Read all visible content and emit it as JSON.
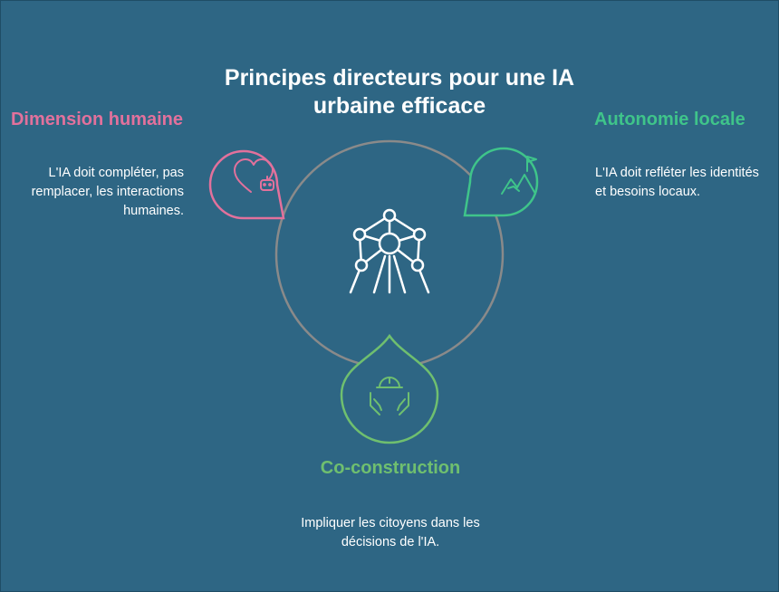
{
  "title": "Principes directeurs pour une IA urbaine efficace",
  "principles": {
    "human": {
      "heading": "Dimension humaine",
      "description": "L'IA doit compléter, pas remplacer, les interactions humaines.",
      "icon": "heart-robot-icon",
      "color": "#e2719c"
    },
    "local": {
      "heading": "Autonomie locale",
      "description": "L'IA doit refléter les identités et besoins locaux.",
      "icon": "mountain-flag-icon",
      "color": "#3fc48a"
    },
    "coconstruction": {
      "heading": "Co-construction",
      "description": "Impliquer les citoyens dans les décisions de l'IA.",
      "icon": "hands-helmet-icon",
      "color": "#6fbf6f"
    }
  },
  "center": {
    "icon": "atomium-icon"
  }
}
